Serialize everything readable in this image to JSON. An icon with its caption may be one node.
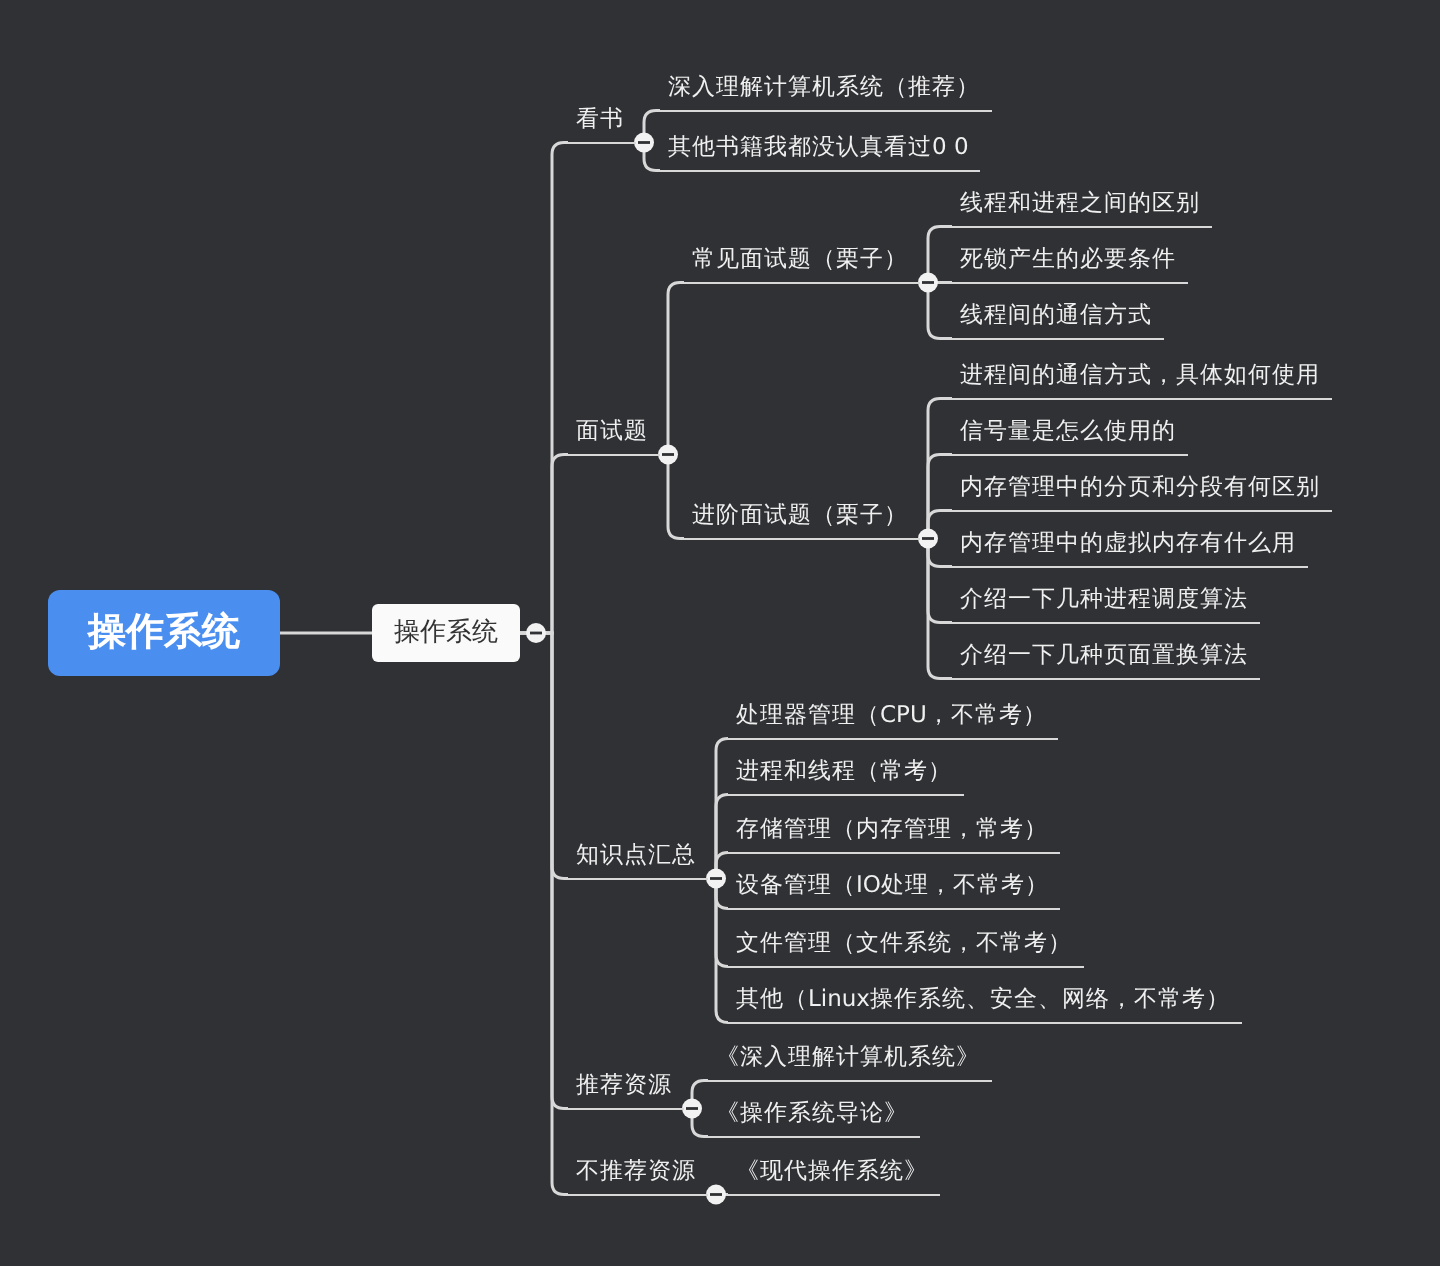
{
  "diagram": {
    "nodes": [
      {
        "text": [
          "操作系统"
        ]
      },
      {
        "text": [
          "操作系统"
        ]
      },
      {
        "text": [
          "看书"
        ]
      },
      {
        "text": [
          "深入理解计算机系统（推荐）"
        ]
      },
      {
        "text": [
          "其他书籍我都没认真看过0 0"
        ]
      },
      {
        "text": [
          "面试题"
        ]
      },
      {
        "text": [
          "常见面试题（栗子）"
        ]
      },
      {
        "text": [
          "线程和进程之间的区别"
        ]
      },
      {
        "text": [
          "死锁产生的必要条件"
        ]
      },
      {
        "text": [
          "线程间的通信方式"
        ]
      },
      {
        "text": [
          "进阶面试题（栗子）"
        ]
      },
      {
        "text": [
          "进程间的通信方式，具体如何使用"
        ]
      },
      {
        "text": [
          "信号量是怎么使用的"
        ]
      },
      {
        "text": [
          "内存管理中的分页和分段有何区别"
        ]
      },
      {
        "text": [
          "内存管理中的虚拟内存有什么用"
        ]
      },
      {
        "text": [
          "介绍一下几种进程调度算法"
        ]
      },
      {
        "text": [
          "介绍一下几种页面置换算法"
        ]
      },
      {
        "text": [
          "知识点汇总"
        ]
      },
      {
        "text": [
          "处理器管理（CPU，不常考）"
        ]
      },
      {
        "text": [
          "进程和线程（常考）"
        ]
      },
      {
        "text": [
          "存储管理（内存管理，常考）"
        ]
      },
      {
        "text": [
          "设备管理（IO处理，不常考）"
        ]
      },
      {
        "text": [
          "文件管理（文件系统，不常考）"
        ]
      },
      {
        "text": [
          "其他（Linux操作系统、安全、网络，不常考）"
        ]
      },
      {
        "text": [
          "推荐资源"
        ]
      },
      {
        "text": [
          "《深入理解计算机系统》"
        ]
      },
      {
        "text": [
          "《操作系统导论》"
        ]
      },
      {
        "text": [
          "不推荐资源"
        ]
      },
      {
        "text": [
          "《现代操作系统》"
        ]
      }
    ],
    "edges": [
      {
        "from": 0,
        "to": 1,
        "arrow": "none"
      },
      {
        "from": 1,
        "to": 2,
        "arrow": "none"
      },
      {
        "from": 1,
        "to": 5,
        "arrow": "none"
      },
      {
        "from": 1,
        "to": 17,
        "arrow": "none"
      },
      {
        "from": 1,
        "to": 24,
        "arrow": "none"
      },
      {
        "from": 1,
        "to": 27,
        "arrow": "none"
      },
      {
        "from": 2,
        "to": 3,
        "arrow": "none"
      },
      {
        "from": 2,
        "to": 4,
        "arrow": "none"
      },
      {
        "from": 5,
        "to": 6,
        "arrow": "none"
      },
      {
        "from": 5,
        "to": 10,
        "arrow": "none"
      },
      {
        "from": 6,
        "to": 7,
        "arrow": "none"
      },
      {
        "from": 6,
        "to": 8,
        "arrow": "none"
      },
      {
        "from": 6,
        "to": 9,
        "arrow": "none"
      },
      {
        "from": 10,
        "to": 11,
        "arrow": "none"
      },
      {
        "from": 10,
        "to": 12,
        "arrow": "none"
      },
      {
        "from": 10,
        "to": 13,
        "arrow": "none"
      },
      {
        "from": 10,
        "to": 14,
        "arrow": "none"
      },
      {
        "from": 10,
        "to": 15,
        "arrow": "none"
      },
      {
        "from": 10,
        "to": 16,
        "arrow": "none"
      },
      {
        "from": 17,
        "to": 18,
        "arrow": "none"
      },
      {
        "from": 17,
        "to": 19,
        "arrow": "none"
      },
      {
        "from": 17,
        "to": 20,
        "arrow": "none"
      },
      {
        "from": 17,
        "to": 21,
        "arrow": "none"
      },
      {
        "from": 17,
        "to": 22,
        "arrow": "none"
      },
      {
        "from": 17,
        "to": 23,
        "arrow": "none"
      },
      {
        "from": 24,
        "to": 25,
        "arrow": "none"
      },
      {
        "from": 24,
        "to": 26,
        "arrow": "none"
      },
      {
        "from": 27,
        "to": 28,
        "arrow": "none"
      }
    ]
  }
}
